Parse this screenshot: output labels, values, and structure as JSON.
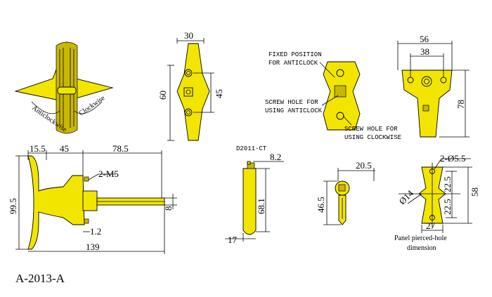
{
  "dims": {
    "v2_width": "30",
    "v2_height": "60",
    "v2_holes": "45",
    "v4_outer": "56",
    "v4_inner": "38",
    "v4_height": "78",
    "v5_top_a": "15.5",
    "v5_top_b": "45",
    "v5_top_c": "78.5",
    "v5_height": "99.5",
    "v5_thread": "2-M5",
    "v5_thick": "1.2",
    "v5_total": "139",
    "v5_shaft": "8",
    "v6_top": "8.2",
    "v6_len": "68.1",
    "v6_bottom": "17",
    "v7_width": "20.5",
    "v7_len": "46.5",
    "v8_holes": "2-Ø5.5",
    "v8_dia": "Ø14",
    "v8_a": "22.5",
    "v8_b": "22.5",
    "v8_height": "58",
    "v8_width": "27"
  },
  "labels": {
    "fixed_line1": "FIXED POSITION",
    "fixed_line2": "FOR  ANTICLOCK",
    "screw_anti_1": "SCREW HOLE FOR",
    "screw_anti_2": "USING ANTICLOCK",
    "screw_clock_1": "SCREW HOLE FOR",
    "screw_clock_2": "USING CLOCKWISE",
    "key_code": "D2011-CT",
    "panel_1": "Panel pierced-hole",
    "panel_2": "dimension",
    "arc_left": "Anticlockwise",
    "arc_right": "Clockwise"
  },
  "model_code": "A-2013-A",
  "colors": {
    "part": "#f2e500",
    "line": "#000000"
  }
}
